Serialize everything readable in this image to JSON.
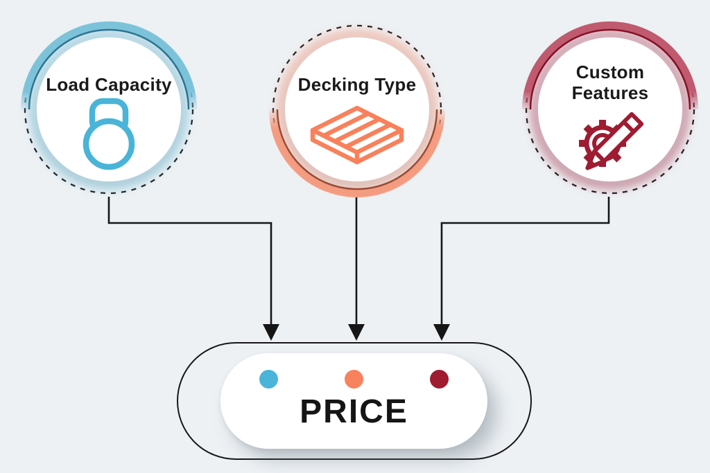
{
  "canvas": {
    "background": "#edf1f4",
    "line_color": "#161616"
  },
  "factors": [
    {
      "label": "Load Capacity",
      "icon": "kettlebell-icon",
      "accent": "#49b4d8",
      "band": "#7cc3da",
      "band_line": "#2e7591",
      "arc_position": "top"
    },
    {
      "label": "Decking Type",
      "icon": "pallet-icon",
      "accent": "#f8815b",
      "band": "#f59d82",
      "band_line": "#9c4c32",
      "arc_position": "bottom"
    },
    {
      "label": "Custom Features",
      "label_line1": "Custom",
      "label_line2": "Features",
      "icon": "gear-pencil-icon",
      "accent": "#9e1b32",
      "band": "#c05a6e",
      "band_line": "#871027",
      "arc_position": "top"
    }
  ],
  "result": {
    "label": "PRICE",
    "dot_colors": [
      "#4ab4d9",
      "#f8825d",
      "#9e1b30"
    ]
  }
}
